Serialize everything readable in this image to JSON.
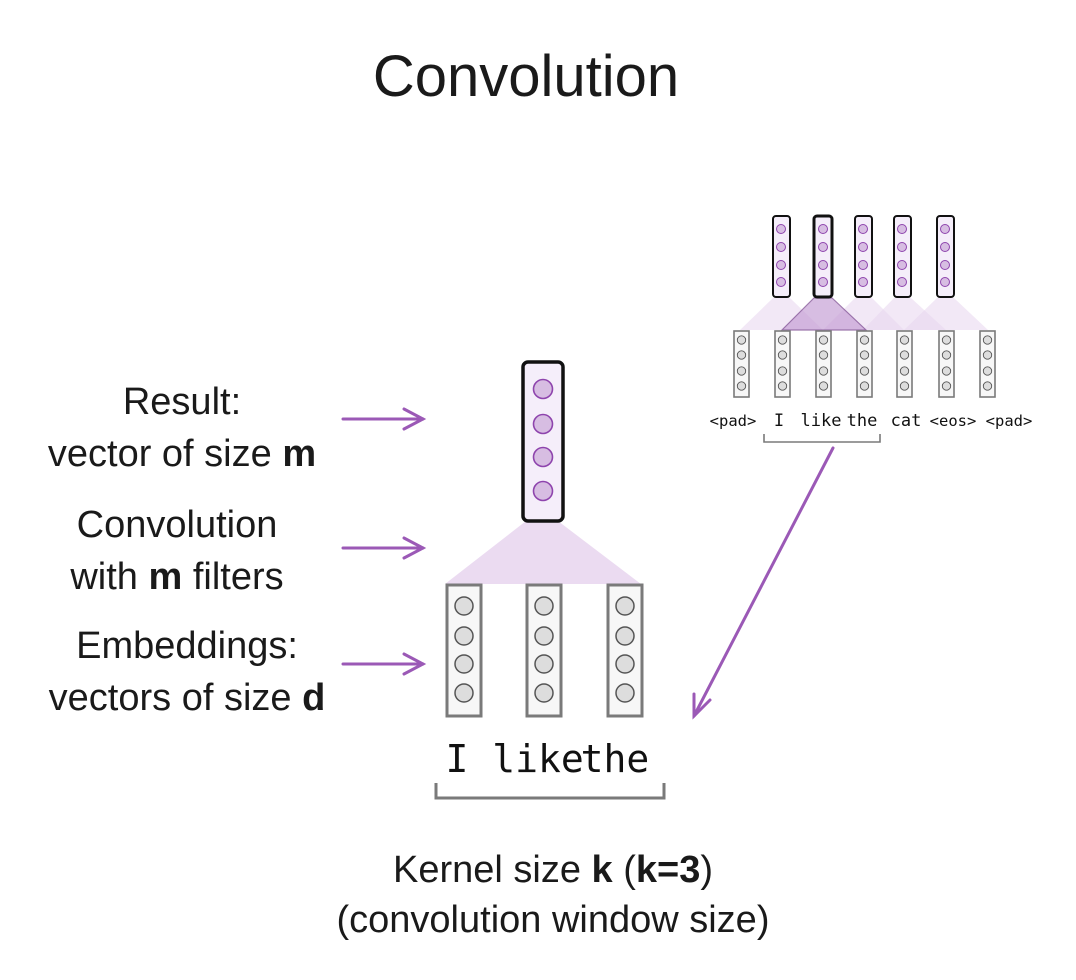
{
  "title": "Convolution",
  "labels": {
    "result_line1": "Result:",
    "result_line2_prefix": "vector of size ",
    "result_line2_bold": "m",
    "conv_line1": "Convolution",
    "conv_line2_prefix": "with ",
    "conv_line2_bold": "m",
    "conv_line2_suffix": " filters",
    "emb_line1": "Embeddings:",
    "emb_line2_prefix": "vectors of size ",
    "emb_line2_bold": "d"
  },
  "main_words": [
    "I",
    "like",
    "the"
  ],
  "kernel": {
    "line1_prefix": "Kernel size ",
    "line1_k": "k",
    "line1_paren_open": " (",
    "line1_k3": "k=3",
    "line1_paren_close": ")",
    "line2": "(convolution window size)"
  },
  "inset_tokens": [
    "<pad>",
    "I",
    "like",
    "the",
    "cat",
    "<eos>",
    "<pad>"
  ],
  "colors": {
    "accent_arrow": "#9b59b6",
    "result_fill": "#f5eefa",
    "result_circle": "#d7bde2",
    "embedding_circle": "#dddddd",
    "cone_fill": "#e8d5ee",
    "box_stroke": "#7a7a7a"
  }
}
